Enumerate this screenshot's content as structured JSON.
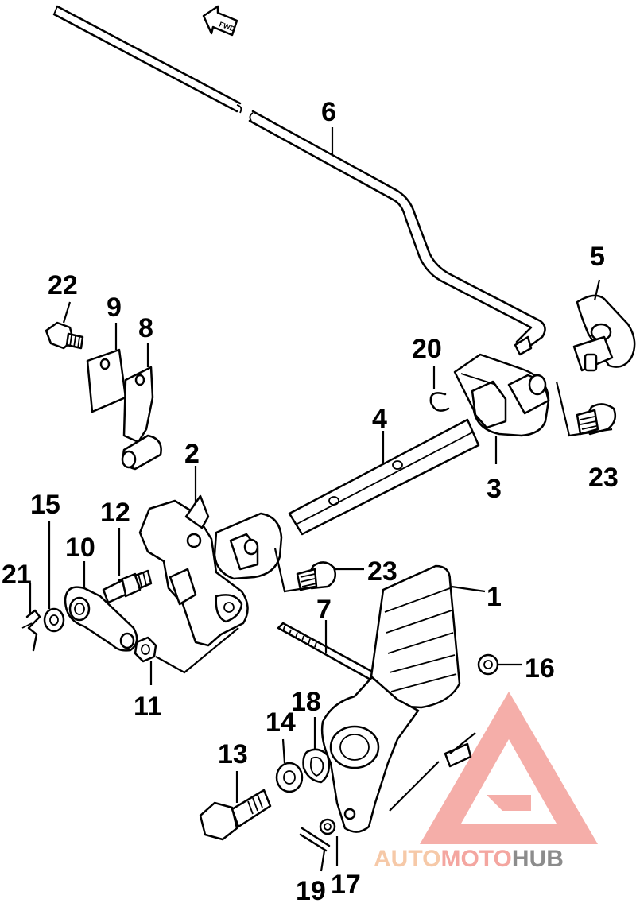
{
  "labels": {
    "1": "1",
    "2": "2",
    "3": "3",
    "4": "4",
    "5": "5",
    "6": "6",
    "7": "7",
    "8": "8",
    "9": "9",
    "10": "10",
    "11": "11",
    "12": "12",
    "13": "13",
    "14": "14",
    "15": "15",
    "16": "16",
    "17": "17",
    "18": "18",
    "19": "19",
    "20": "20",
    "21": "21",
    "22": "22",
    "23a": "23",
    "23b": "23"
  },
  "front_marker": "FWD",
  "watermark": {
    "part_a": "AUTO",
    "part_b": "MOTO",
    "part_c": "HUB",
    "color_main": "#f4a6a0",
    "color_alt": "#f6c9a8",
    "color_dark": "#8c8c8c"
  }
}
